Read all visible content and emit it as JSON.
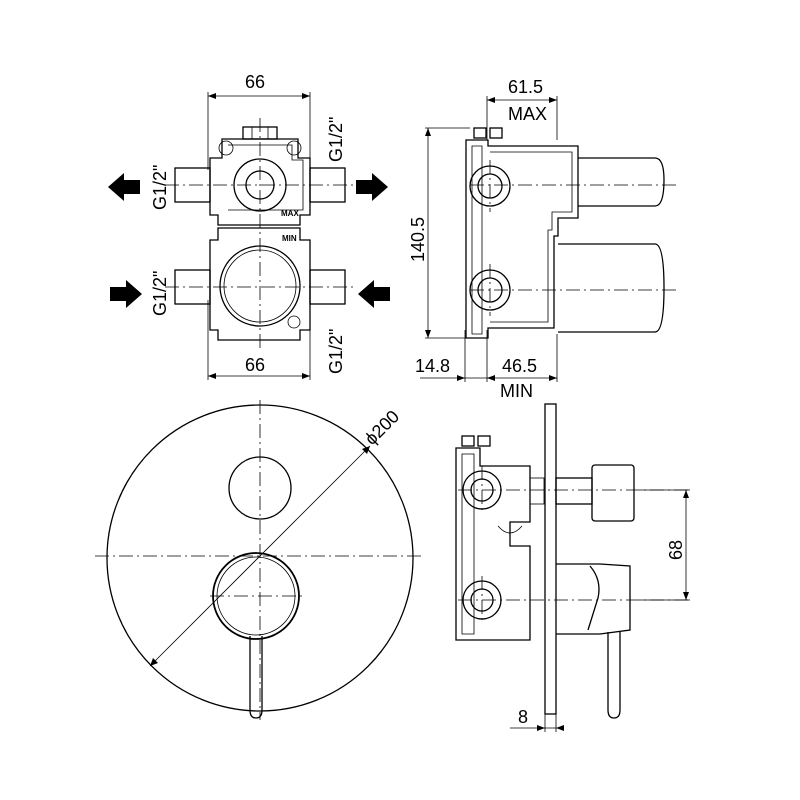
{
  "dimensions": {
    "front_width_top": "66",
    "front_width_bottom": "66",
    "side_depth_max": "61.5",
    "max_label": "MAX",
    "height": "140.5",
    "offset_left": "14.8",
    "side_depth_min": "46.5",
    "min_label": "MIN",
    "diameter": "ϕ200",
    "outlet_spacing": "68",
    "plate_thickness": "8"
  },
  "threads": {
    "top_left": "G1/2\"",
    "top_right": "G1/2\"",
    "bottom_left": "G1/2\"",
    "bottom_right": "G1/2\""
  },
  "body_marks": {
    "max": "MAX",
    "min": "MIN"
  },
  "flow_arrows": {
    "top_left": "outlet",
    "top_right": "outlet",
    "bottom_left": "inlet",
    "bottom_right": "inlet"
  }
}
